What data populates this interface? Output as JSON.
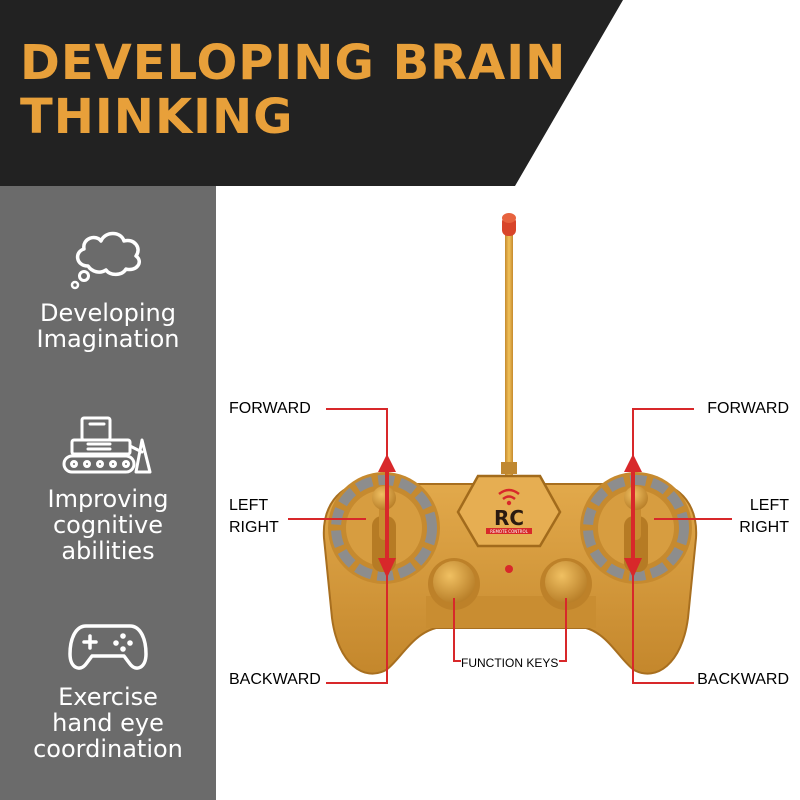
{
  "banner": {
    "title_line1": "DEVELOPING BRAIN",
    "title_line2": "THINKING",
    "bg_color": "#222222",
    "title_color": "#e8a03a"
  },
  "sidebar": {
    "bg_color": "#6b6b6b",
    "text_color": "#ffffff",
    "features": [
      {
        "icon": "thought-cloud-icon",
        "line1": "Developing",
        "line2": "Imagination"
      },
      {
        "icon": "bulldozer-icon",
        "line1": "Improving",
        "line2": "cognitive",
        "line3": "abilities"
      },
      {
        "icon": "gamepad-icon",
        "line1": "Exercise",
        "line2": "hand eye",
        "line3": "coordination"
      }
    ]
  },
  "controller": {
    "body_color": "#d89a3a",
    "arrow_color": "#d8282a",
    "badge_text": "RC",
    "badge_subtext": "REMOTE CONTROL",
    "labels": {
      "left_forward": "FORWARD",
      "left_left": "LEFT",
      "left_right": "RIGHT",
      "left_backward": "BACKWARD",
      "right_forward": "FORWARD",
      "right_left": "LEFT",
      "right_right": "RIGHT",
      "right_backward": "BACKWARD",
      "function_keys": "FUNCTION KEYS"
    }
  }
}
